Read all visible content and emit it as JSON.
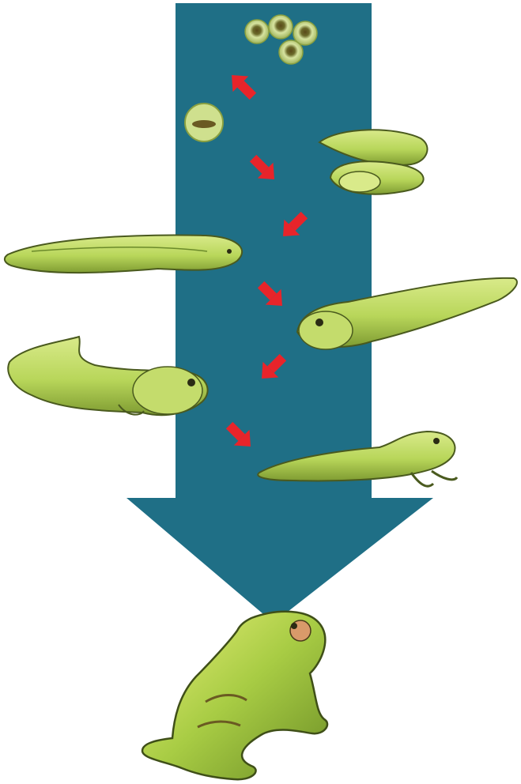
{
  "diagram": {
    "type": "life-cycle",
    "stages": [
      {
        "id": "egg-cluster"
      },
      {
        "id": "single-egg"
      },
      {
        "id": "hatchling-tadpole"
      },
      {
        "id": "early-tadpole"
      },
      {
        "id": "tadpole"
      },
      {
        "id": "tadpole-hind-legs"
      },
      {
        "id": "froglet"
      },
      {
        "id": "adult-frog"
      }
    ],
    "colors": {
      "big_arrow": "#1f6f86",
      "step_arrow": "#e8242a",
      "body_green": "#b8d65a",
      "body_light": "#d9ea8a",
      "outline": "#4a5a1e",
      "egg": "#c9d98a",
      "background": "#ffffff"
    }
  }
}
